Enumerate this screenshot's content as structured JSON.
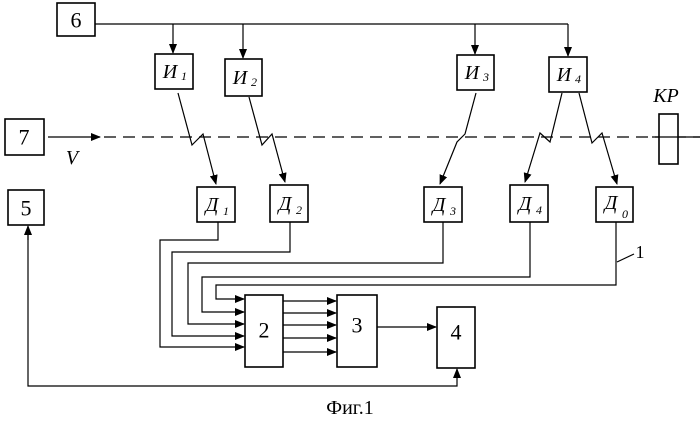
{
  "blocks": {
    "b6": "6",
    "b7": "7",
    "b5": "5",
    "b2": "2",
    "b3": "3",
    "b4": "4",
    "emitters": [
      {
        "main": "И",
        "sub": "1"
      },
      {
        "main": "И",
        "sub": "2"
      },
      {
        "main": "И",
        "sub": "3"
      },
      {
        "main": "И",
        "sub": "4"
      }
    ],
    "detectors": [
      {
        "main": "Д",
        "sub": "1"
      },
      {
        "main": "Д",
        "sub": "2"
      },
      {
        "main": "Д",
        "sub": "3"
      },
      {
        "main": "Д",
        "sub": "4"
      },
      {
        "main": "Д",
        "sub": "0"
      }
    ]
  },
  "labels": {
    "velocity": "V",
    "kr": "КР",
    "line1": "1"
  },
  "caption": "Фиг.1"
}
